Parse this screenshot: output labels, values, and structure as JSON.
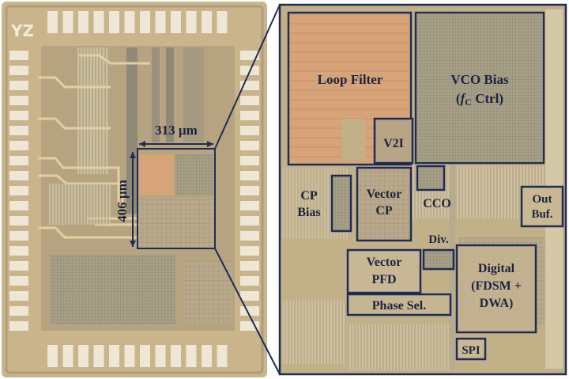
{
  "die": {
    "logo": "YZ",
    "width_label": "313 µm",
    "height_label": "406 µm"
  },
  "blocks": {
    "loop_filter": "Loop Filter",
    "vco_bias_line1": "VCO Bias",
    "vco_bias_line2_prefix": "(",
    "vco_bias_line2_italic": "f",
    "vco_bias_line2_sub": "C",
    "vco_bias_line2_suffix": " Ctrl)",
    "v2i": "V2I",
    "cp_bias_line1": "CP",
    "cp_bias_line2": "Bias",
    "vector_cp_line1": "Vector",
    "vector_cp_line2": "CP",
    "cco": "CCO",
    "out_buf_line1": "Out",
    "out_buf_line2": "Buf.",
    "div": "Div.",
    "vector_pfd_line1": "Vector",
    "vector_pfd_line2": "PFD",
    "phase_sel": "Phase Sel.",
    "digital_line1": "Digital",
    "digital_line2": "(FDSM +",
    "digital_line3": "DWA)",
    "spi": "SPI"
  },
  "colors": {
    "die_bg": "#c9b48c",
    "pad": "#eee7d6",
    "copper": "#d8a47a",
    "inset_bg": "#c2b089",
    "outline": "#1f2c55"
  }
}
